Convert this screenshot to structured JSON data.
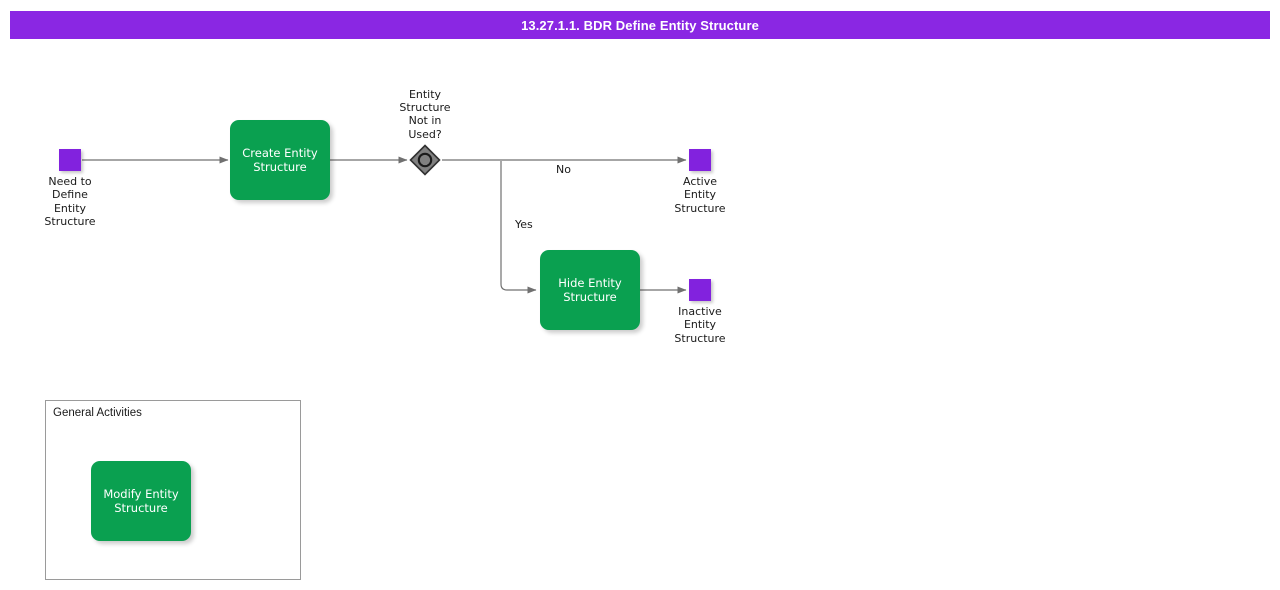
{
  "title_bar": {
    "text": "13.27.1.1. BDR Define Entity Structure",
    "background": "#8A27E3",
    "text_color": "#ffffff"
  },
  "palette": {
    "event_purple": "#8222DE",
    "task_green": "#0AA050",
    "gateway_gray": "#808080",
    "connector_gray": "#707070",
    "group_border": "#9a9a9a"
  },
  "diagram": {
    "type": "bpmn-process-flow",
    "events": [
      {
        "id": "start",
        "name": "need-to-define-entity-structure",
        "label": "Need to\nDefine\nEntity\nStructure"
      },
      {
        "id": "end-active",
        "name": "active-entity-structure",
        "label": "Active\nEntity\nStructure"
      },
      {
        "id": "end-inactive",
        "name": "inactive-entity-structure",
        "label": "Inactive\nEntity\nStructure"
      }
    ],
    "tasks": [
      {
        "id": "create",
        "name": "create-entity-structure",
        "label": "Create Entity\nStructure"
      },
      {
        "id": "hide",
        "name": "hide-entity-structure",
        "label": "Hide Entity\nStructure"
      },
      {
        "id": "modify",
        "name": "modify-entity-structure",
        "label": "Modify Entity\nStructure"
      }
    ],
    "gateways": [
      {
        "id": "gw1",
        "name": "entity-structure-not-in-used-gateway",
        "label": "Entity\nStructure\nNot in\nUsed?",
        "glyph": "circle-ring"
      }
    ],
    "flow_labels": [
      {
        "id": "flow-no",
        "label": "No"
      },
      {
        "id": "flow-yes",
        "label": "Yes"
      }
    ],
    "groups": [
      {
        "id": "general-activities",
        "title": "General Activities"
      }
    ]
  }
}
